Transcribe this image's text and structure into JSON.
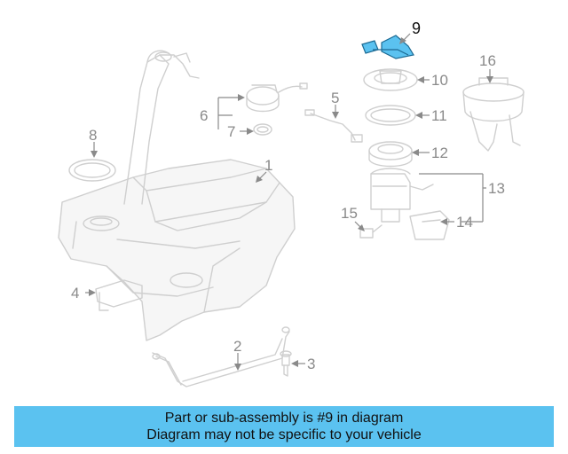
{
  "highlight_color": "#5bc2f0",
  "highlighted_part": "9",
  "callouts": [
    {
      "key": "1",
      "label": "1"
    },
    {
      "key": "2",
      "label": "2"
    },
    {
      "key": "3",
      "label": "3"
    },
    {
      "key": "4",
      "label": "4"
    },
    {
      "key": "5",
      "label": "5"
    },
    {
      "key": "6",
      "label": "6"
    },
    {
      "key": "7",
      "label": "7"
    },
    {
      "key": "8",
      "label": "8"
    },
    {
      "key": "9",
      "label": "9"
    },
    {
      "key": "10",
      "label": "10"
    },
    {
      "key": "11",
      "label": "11"
    },
    {
      "key": "12",
      "label": "12"
    },
    {
      "key": "13",
      "label": "13"
    },
    {
      "key": "14",
      "label": "14"
    },
    {
      "key": "15",
      "label": "15"
    },
    {
      "key": "16",
      "label": "16"
    }
  ],
  "caption": {
    "line1": "Part or sub-assembly is #9 in diagram",
    "line2": "Diagram may not be specific to your vehicle"
  }
}
